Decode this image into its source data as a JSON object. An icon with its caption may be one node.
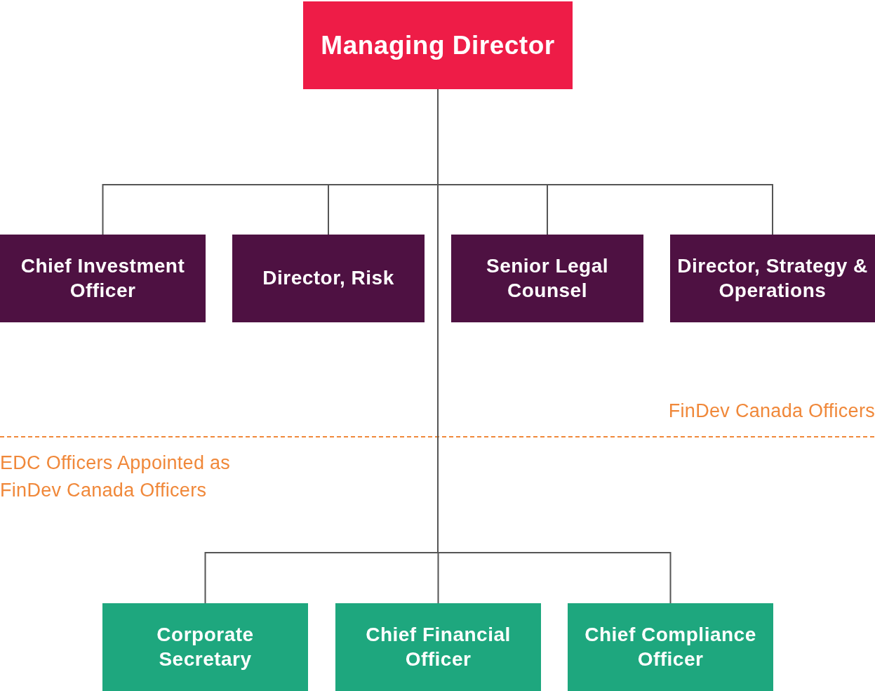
{
  "diagram": {
    "nodes": [
      {
        "text": [
          "Managing Director"
        ]
      },
      {
        "text": [
          "Chief Investment Officer"
        ]
      },
      {
        "text": [
          "Director, Risk"
        ]
      },
      {
        "text": [
          "Senior Legal Counsel"
        ]
      },
      {
        "text": [
          "Director, Strategy & Operations"
        ]
      },
      {
        "text": [
          "Corporate Secretary"
        ]
      },
      {
        "text": [
          "Chief Financial Officer"
        ]
      },
      {
        "text": [
          "Chief Compliance Officer"
        ]
      }
    ],
    "edges": [
      {
        "from": 0,
        "to": 1,
        "arrow": "none"
      },
      {
        "from": 0,
        "to": 2,
        "arrow": "none"
      },
      {
        "from": 0,
        "to": 3,
        "arrow": "none"
      },
      {
        "from": 0,
        "to": 4,
        "arrow": "none"
      },
      {
        "from": 0,
        "to": 5,
        "arrow": "none"
      },
      {
        "from": 0,
        "to": 6,
        "arrow": "none"
      },
      {
        "from": 0,
        "to": 7,
        "arrow": "none"
      }
    ],
    "labels": [
      "FinDev Canada Officers",
      "EDC Officers Appointed as FinDev Canada Officers"
    ]
  }
}
